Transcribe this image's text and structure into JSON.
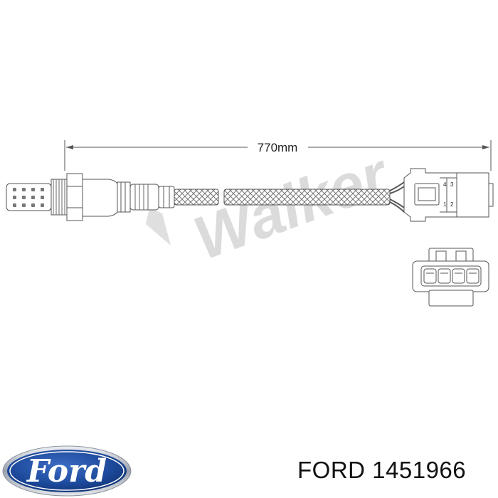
{
  "diagram": {
    "dimension_label": "770mm",
    "watermark_text": "Walker",
    "connector_pins": [
      "4",
      "3",
      "1",
      "2"
    ]
  },
  "brand": {
    "logo_text": "Ford",
    "name": "FORD",
    "part_number": "1451966",
    "colors": {
      "logo_blue": "#1d4a9c",
      "logo_rim": "#c9ced6",
      "watermark": "#d8d8d8",
      "line": "#555555"
    }
  }
}
